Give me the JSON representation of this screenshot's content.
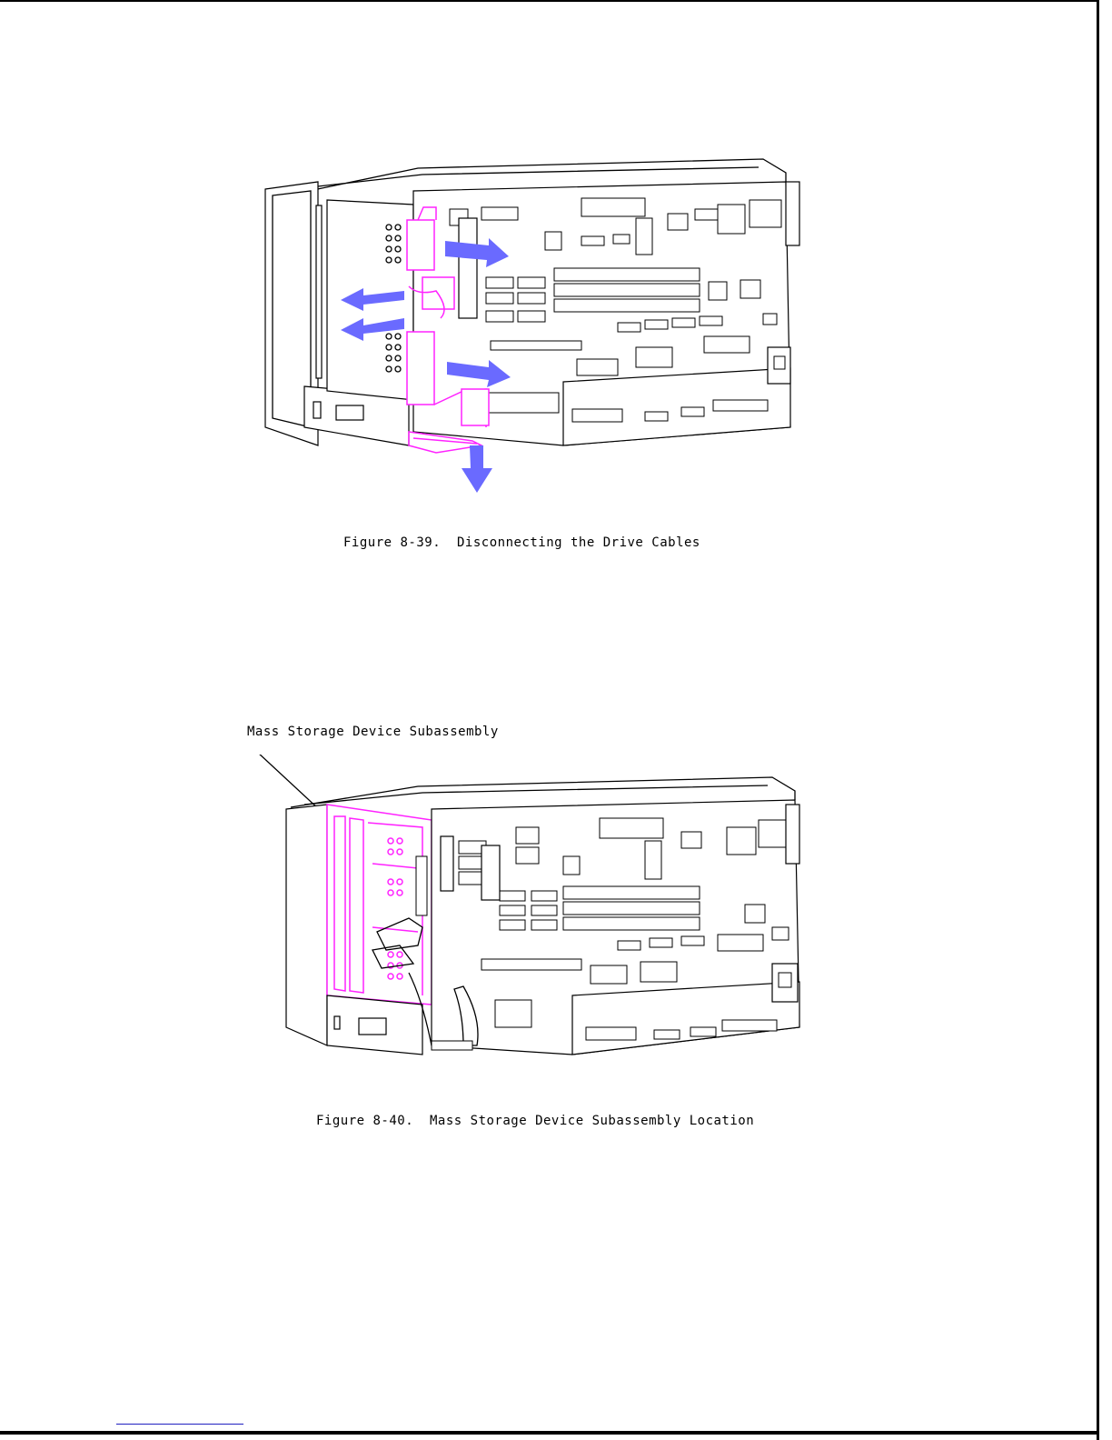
{
  "figures": [
    {
      "caption": "Figure 8-39.  Disconnecting the Drive Cables",
      "highlight_color": "#ff22ff",
      "arrow_color": "#6a6aff"
    },
    {
      "caption": "Figure 8-40.  Mass Storage Device Subassembly Location",
      "callout": "Mass Storage Device Subassembly",
      "highlight_color": "#ff22ff"
    }
  ]
}
